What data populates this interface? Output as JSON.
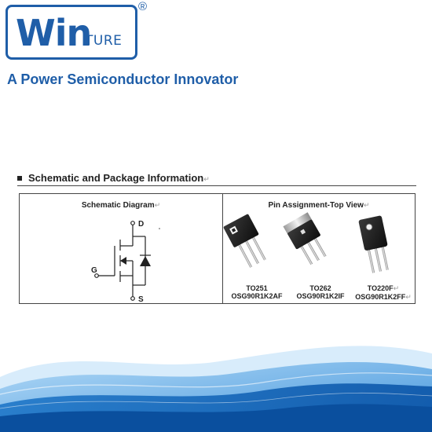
{
  "logo": {
    "win": "Win",
    "ture": "TURE",
    "registered": "®"
  },
  "tagline": "A Power Semiconductor Innovator",
  "section": {
    "title": "Schematic and Package Information",
    "return_mark": "↵"
  },
  "schematic": {
    "heading": "Schematic Diagram",
    "pins": {
      "drain": "D",
      "gate": "G",
      "source": "S"
    }
  },
  "pin_assignment": {
    "heading": "Pin Assignment-Top View",
    "packages": [
      {
        "package": "TO251",
        "part": "OSG90R1K2AF"
      },
      {
        "package": "TO262",
        "part": "OSG90R1K2IF"
      },
      {
        "package": "TO220F",
        "part": "OSG90R1K2FF"
      }
    ]
  },
  "colors": {
    "brand": "#1f5ea8",
    "text": "#222222",
    "border": "#444444"
  }
}
